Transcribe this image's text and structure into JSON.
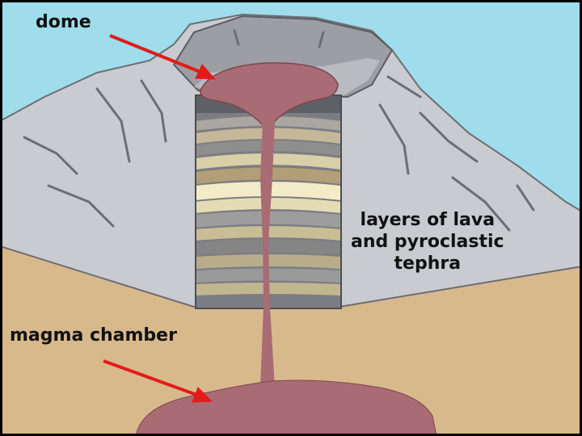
{
  "labels": {
    "dome": "dome",
    "layers_line1": "layers of lava",
    "layers_line2": "and pyroclastic",
    "layers_line3": "tephra",
    "magma_chamber": "magma chamber"
  },
  "colors": {
    "sky": "#9fdcec",
    "ground": "#d8b98c",
    "volcano": "#c9cbd0",
    "volcano_shadow": "#a6a8ad",
    "magma": "#a96b74",
    "arrow": "#e11b1b",
    "frame": "#000000"
  }
}
